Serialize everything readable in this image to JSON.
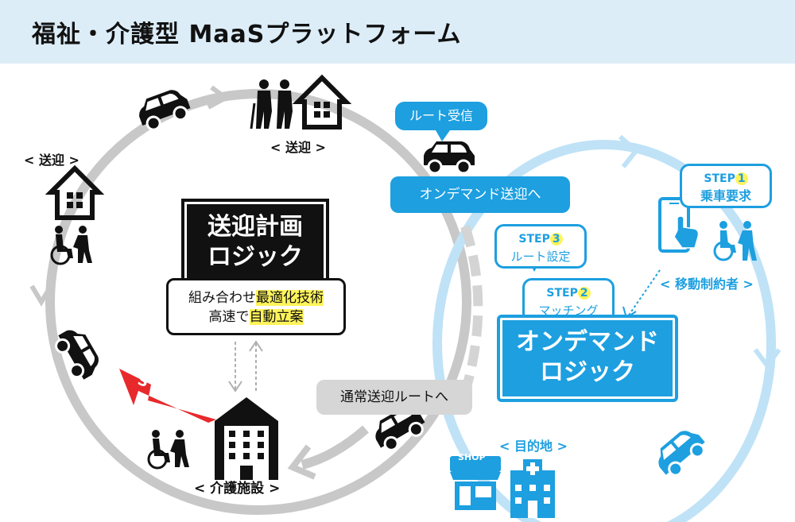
{
  "header": {
    "title": "福祉・介護型 MaaSプラットフォーム"
  },
  "left_cycle": {
    "pickup_top_label": "< 送迎 >",
    "pickup_left_label": "< 送迎 >",
    "facility_label": "< 介護施設 >",
    "start_label": "START",
    "logic_title_line1": "送迎計画",
    "logic_title_line2": "ロジック",
    "logic_desc_line1_a": "組み合わせ",
    "logic_desc_line1_b": "最適化技術",
    "logic_desc_line2_a": "高速で",
    "logic_desc_line2_b": "自動立案",
    "normal_route_label": "通常送迎ルートへ"
  },
  "right_cycle": {
    "route_receive_label": "ルート受信",
    "on_demand_pickup_label": "オンデマンド送迎へ",
    "step3_prefix": "STEP",
    "step3_number": "3",
    "step3_label": "ルート設定",
    "step2_prefix": "STEP",
    "step2_number": "2",
    "step2_label": "マッチング",
    "step1_prefix": "STEP",
    "step1_number": "1",
    "step1_label": "乗車要求",
    "mobility_restricted_label": "< 移動制約者 >",
    "on_demand_logic_line1": "オンデマンド",
    "on_demand_logic_line2": "ロジック",
    "destination_label": "< 目的地 >",
    "shop_sign": "SHOP"
  },
  "colors": {
    "accent_blue": "#1d9fe0",
    "light_blue": "#bfe2f6",
    "header_bg": "#dcedf8",
    "gray_track": "#c8c8c8",
    "start_red": "#e8292b",
    "highlight_yellow": "#fff45a"
  },
  "icons": [
    "car-icon",
    "house-icon",
    "elderly-people-icon",
    "wheelchair-person-icon",
    "care-facility-icon",
    "smartphone-tap-icon",
    "shop-icon",
    "hospital-icon",
    "start-arrow-icon"
  ]
}
